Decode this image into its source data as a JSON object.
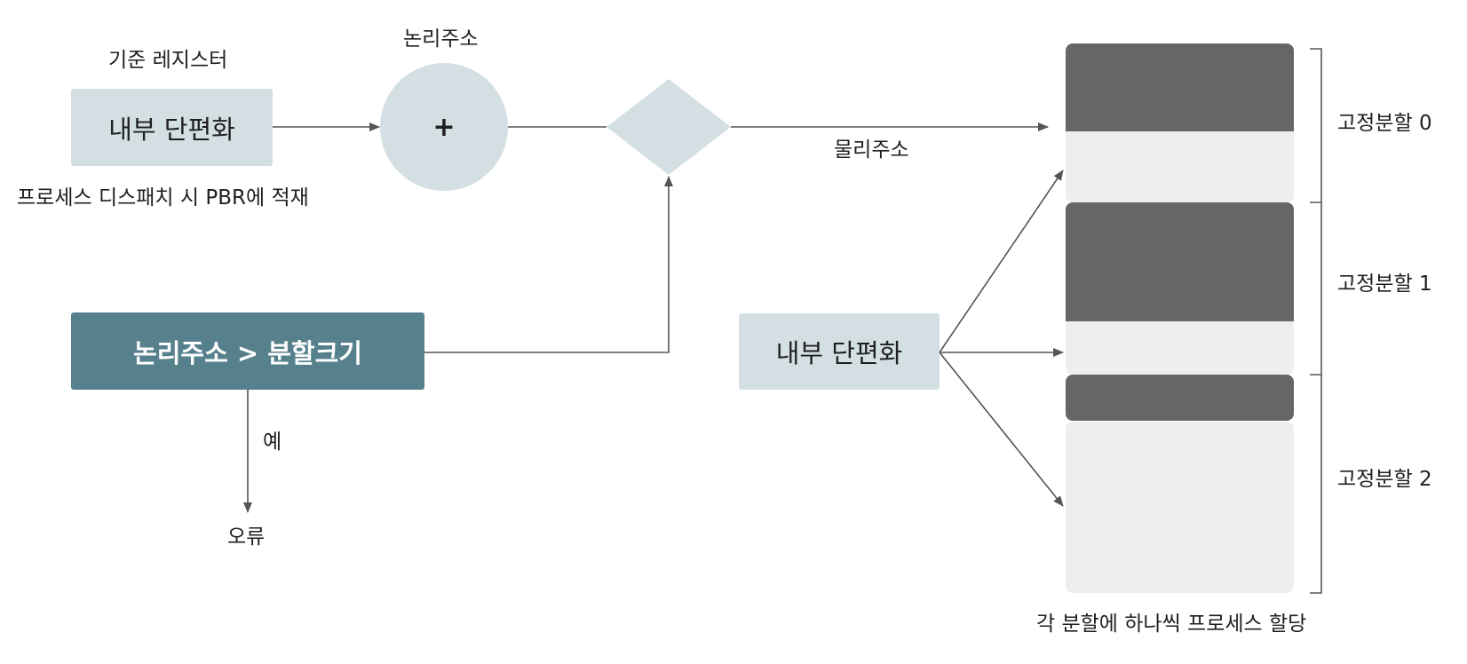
{
  "base_register": {
    "label": "기준 레지스터",
    "box": "내부 단편화",
    "note": "프로세스 디스패치 시 PBR에 적재"
  },
  "adder": {
    "label": "논리주소",
    "symbol": "+"
  },
  "compare": {
    "box": "논리주소 > 분할크기",
    "yes_label": "예",
    "error_label": "오류"
  },
  "physical_address_label": "물리주소",
  "internal_fragmentation_box": "내부 단편화",
  "memory": {
    "partitions": [
      "고정분할 0",
      "고정분할 1",
      "고정분할 2"
    ],
    "caption": "각 분할에 하나씩 프로세스 할당"
  },
  "colors": {
    "light_box": "#d3dfe3",
    "dark_box": "#56808c",
    "used_block": "#666666",
    "free_block": "#eeeeee",
    "line": "#555555"
  }
}
